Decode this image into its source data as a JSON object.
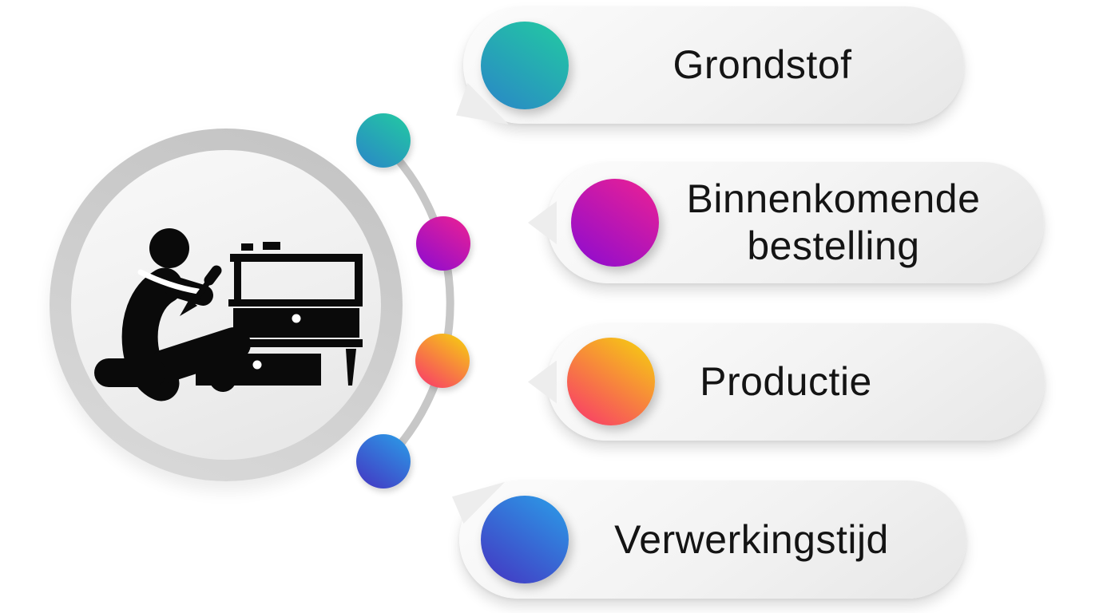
{
  "page": {
    "language": "nl",
    "background_color": "#ffffff",
    "description": "Process infographic: furniture assembly workflow"
  },
  "hero": {
    "icon": "furniture-assembly-worker-icon",
    "icon_description": "Person kneeling with a screwdriver assembling a drawer cabinet",
    "ring_color": "#c9c9c9",
    "fill_color": "#f0f0f0",
    "pictogram_color": "#0a0a0a"
  },
  "connector": {
    "arc_color": "#c7c7c7"
  },
  "steps": [
    {
      "id": 1,
      "label": "Grondstof",
      "gradient_start": "#22cba1",
      "gradient_end": "#2a85c8"
    },
    {
      "id": 2,
      "label": "Binnenkomende bestelling",
      "gradient_start": "#ee2192",
      "gradient_end": "#8a0bd2"
    },
    {
      "id": 3,
      "label": "Productie",
      "gradient_start": "#f6d50c",
      "gradient_end": "#f8336f"
    },
    {
      "id": 4,
      "label": "Verwerkingstijd",
      "gradient_start": "#2a9fe8",
      "gradient_end": "#4533c1"
    }
  ],
  "text_color": "#141414"
}
